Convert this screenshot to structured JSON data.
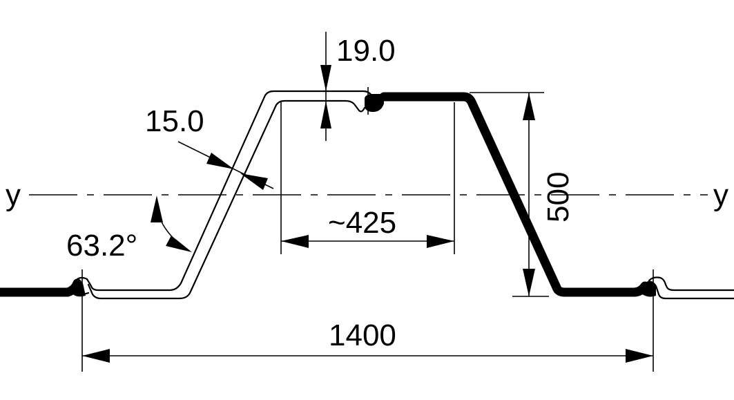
{
  "drawing": {
    "type": "sheet pile cross-section profile",
    "colors": {
      "line": "#000000",
      "background": "#ffffff"
    },
    "axis": {
      "left_label": "y",
      "right_label": "y"
    },
    "dimensions": {
      "flange_thickness": "19.0",
      "web_thickness": "15.0",
      "web_angle": "63.2°",
      "flange_width": "~425",
      "height": "500",
      "system_width": "1400"
    }
  }
}
